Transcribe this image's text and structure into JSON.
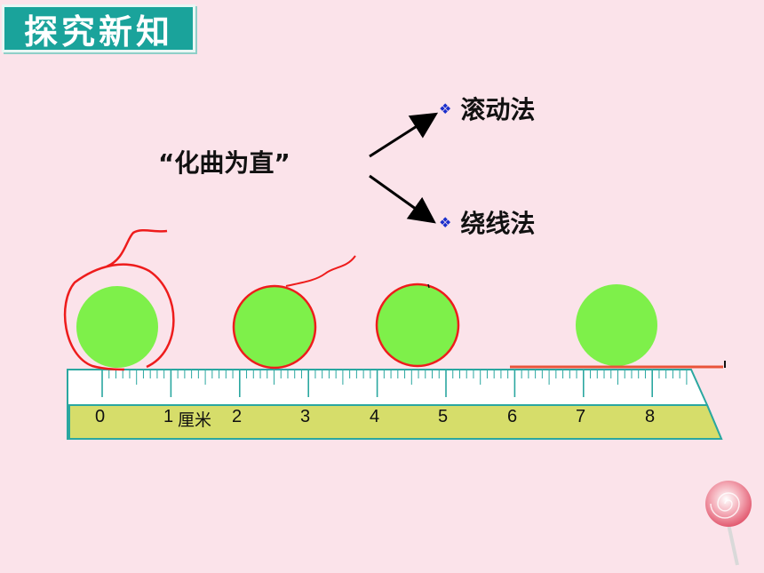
{
  "header": {
    "title": "探究新知"
  },
  "concept": {
    "phrase": "“化曲为直”"
  },
  "methods": [
    {
      "label": "滚动法"
    },
    {
      "label": "绕线法"
    }
  ],
  "ruler": {
    "unit": "厘米",
    "labels": [
      "0",
      "1",
      "2",
      "3",
      "4",
      "5",
      "6",
      "7",
      "8"
    ]
  },
  "colors": {
    "title_bg": "#1aa39b",
    "circle_fill": "#7ef04a",
    "string_red": "#ee1c1c",
    "ruler_body": "#d6dd6a",
    "ruler_scale": "#2aa7a0",
    "bullet": "#1a2fcc"
  },
  "icons": {
    "bullet": "diamond-bullet-icon",
    "corner": "lollipop-icon"
  }
}
